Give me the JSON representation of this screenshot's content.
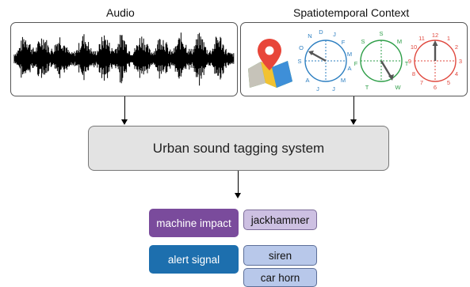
{
  "titles": {
    "audio": "Audio",
    "context": "Spatiotemporal Context"
  },
  "system": {
    "label": "Urban sound tagging system"
  },
  "clocks": {
    "month": {
      "color": "#2d7fc1",
      "labels": [
        "J",
        "F",
        "M",
        "A",
        "M",
        "J",
        "J",
        "A",
        "S",
        "O",
        "N",
        "D"
      ]
    },
    "week": {
      "color": "#2e9e48",
      "labels": [
        "S",
        "M",
        "T",
        "W",
        "T",
        "F",
        "S"
      ]
    },
    "hour": {
      "color": "#e0493f",
      "labels": [
        "12",
        "1",
        "2",
        "3",
        "4",
        "5",
        "6",
        "7",
        "8",
        "9",
        "10",
        "11"
      ]
    }
  },
  "tags": {
    "machine_impact": "machine impact",
    "jackhammer": "jackhammer",
    "alert_signal": "alert signal",
    "siren": "siren",
    "car_horn": "car horn"
  },
  "colors": {
    "machine_impact": "#7a4b9c",
    "alert_signal": "#1d6fae",
    "fine_blue": "#b8c8ea",
    "fine_purple": "#cdc0e2",
    "map_pin": "#e8463a"
  }
}
